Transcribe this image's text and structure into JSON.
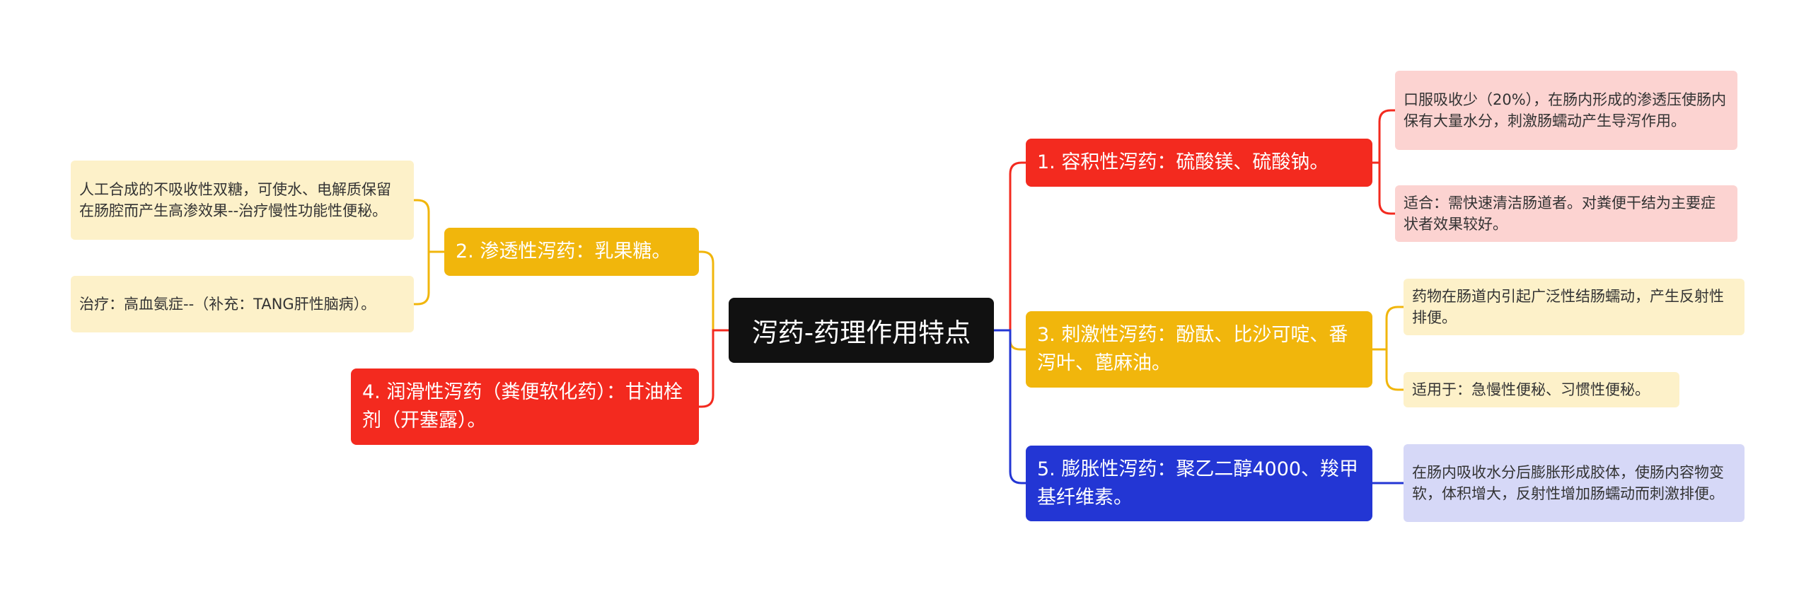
{
  "root": {
    "label": "泻药-药理作用特点"
  },
  "branches": [
    {
      "label": "1. 容积性泻药：硫酸镁、硫酸钠。",
      "notes": [
        "口服吸收少（20%），在肠内形成的渗透压使肠内保有大量水分，刺激肠蠕动产生导泻作用。",
        "适合：需快速清洁肠道者。对粪便干结为主要症状者效果较好。"
      ]
    },
    {
      "label": "2. 渗透性泻药：乳果糖。",
      "notes": [
        "人工合成的不吸收性双糖，可使水、电解质保留在肠腔而产生高渗效果--治疗慢性功能性便秘。",
        "治疗：高血氨症--（补充：TANG肝性脑病）。"
      ]
    },
    {
      "label": "3. 刺激性泻药：酚酞、比沙可啶、番泻叶、蓖麻油。",
      "notes": [
        "药物在肠道内引起广泛性结肠蠕动，产生反射性排便。",
        "适用于：急慢性便秘、习惯性便秘。"
      ]
    },
    {
      "label": "4. 润滑性泻药（粪便软化药）：甘油栓剂（开塞露）。",
      "notes": []
    },
    {
      "label": "5. 膨胀性泻药：聚乙二醇4000、羧甲基纤维素。",
      "notes": [
        "在肠内吸收水分后膨胀形成胶体，使肠内容物变软，体积增大，反射性增加肠蠕动而刺激排便。"
      ]
    }
  ],
  "colors": {
    "red": "#f32a1f",
    "yellow": "#f1b60c",
    "blue": "#2336d4",
    "root": "#111111"
  }
}
